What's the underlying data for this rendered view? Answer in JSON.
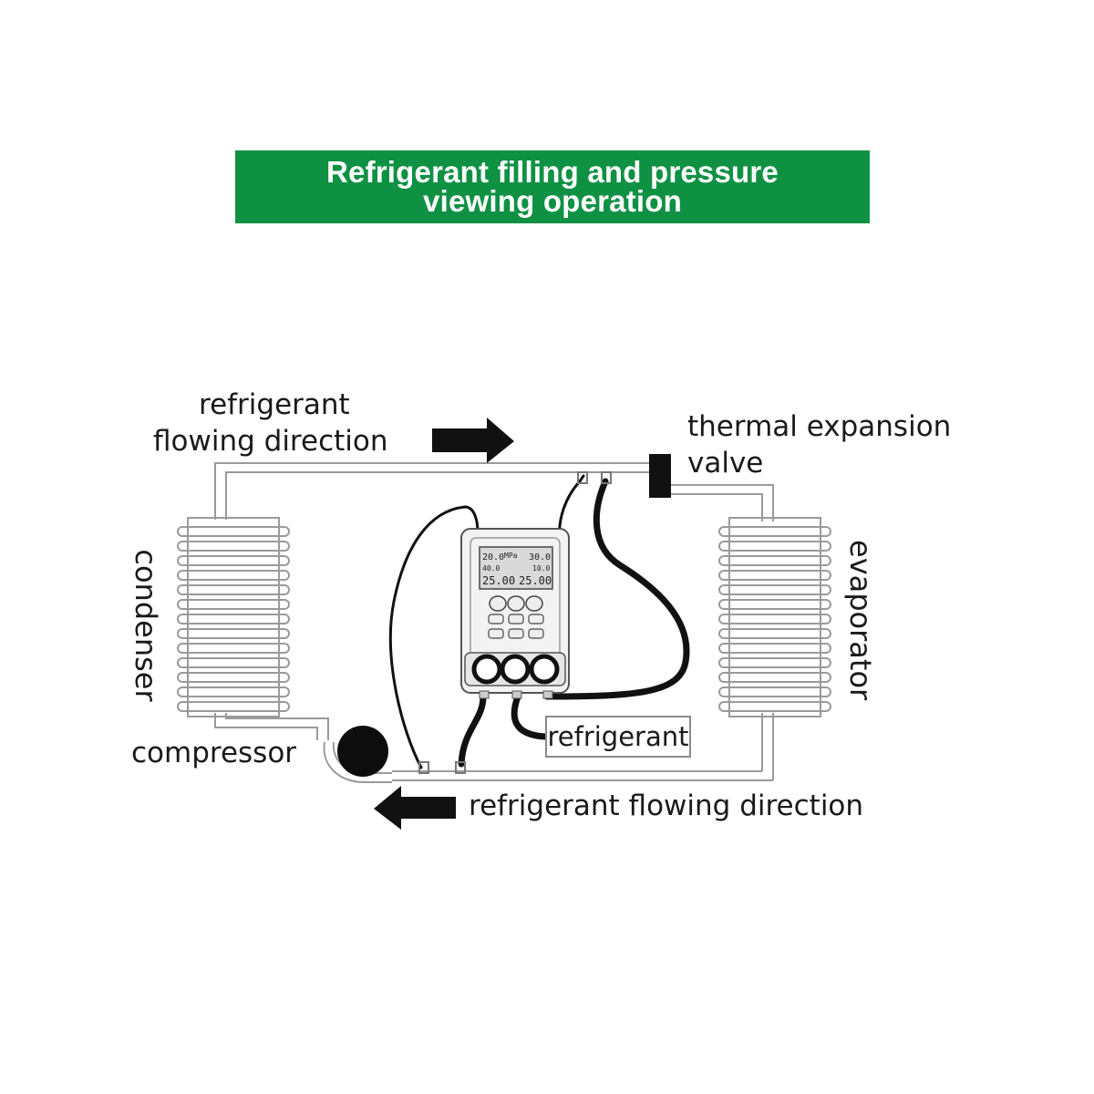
{
  "banner": {
    "line1": "Refrigerant filling and pressure",
    "line2": "viewing operation",
    "color": "#0f9144"
  },
  "labels": {
    "flow_top_line1": "refrigerant",
    "flow_top_line2": "flowing direction",
    "valve_line1": "thermal expansion",
    "valve_line2": "valve",
    "condenser": "condenser",
    "evaporator": "evaporator",
    "compressor": "compressor",
    "refrigerant_tank": "refrigerant",
    "flow_bottom": "refrigerant flowing direction"
  },
  "gauge_display": {
    "top_left": "20.0",
    "top_mid": "MPa",
    "top_right": "30.0",
    "mid_left": "40.0",
    "mid_right": "10.0",
    "bottom_left": "25.00",
    "bottom_right": "25.00"
  }
}
